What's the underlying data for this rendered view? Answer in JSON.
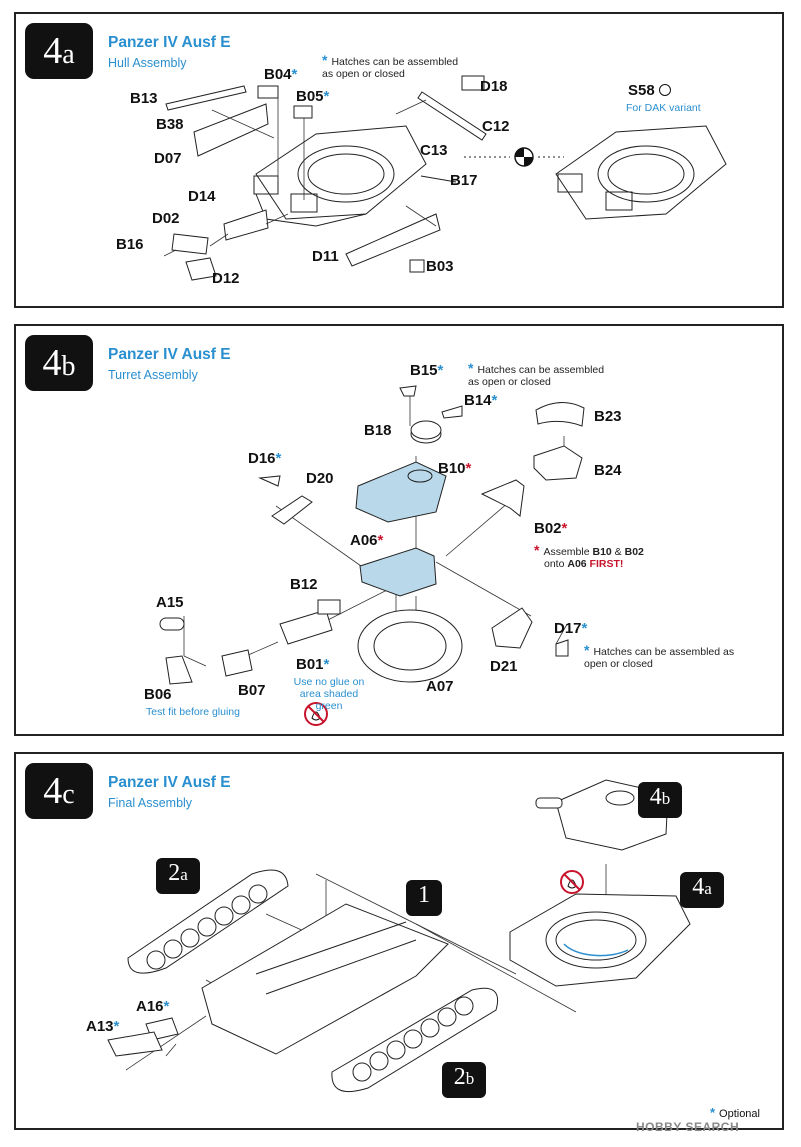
{
  "step_4a": {
    "step_number": "4",
    "step_letter": "a",
    "title": "Panzer IV Ausf E",
    "subtitle": "Hull Assembly",
    "note": "Hatches can be assembled as open or closed",
    "variant_part": "S58",
    "variant_note": "For DAK variant",
    "parts": {
      "b13": "B13",
      "b38": "B38",
      "d07": "D07",
      "b04": "B04",
      "b05": "B05",
      "d18": "D18",
      "c12": "C12",
      "c13": "C13",
      "b17": "B17",
      "d14": "D14",
      "d02": "D02",
      "b16": "B16",
      "d12": "D12",
      "d11": "D11",
      "b03": "B03"
    }
  },
  "step_4b": {
    "step_number": "4",
    "step_letter": "b",
    "title": "Panzer IV Ausf E",
    "subtitle": "Turret Assembly",
    "note_top": "Hatches can be assembled as open or closed",
    "note_right": "Hatches can be assembled as open or closed",
    "assemble_note_prefix": "Assemble",
    "assemble_note_b10": "B10",
    "assemble_note_amp": "&",
    "assemble_note_b02": "B02",
    "assemble_note_onto": "onto",
    "assemble_note_a06": "A06",
    "assemble_note_first": "FIRST!",
    "b01_note": "Use no glue on area shaded green",
    "b06_note": "Test fit before gluing",
    "parts": {
      "b15": "B15",
      "b14": "B14",
      "b18": "B18",
      "b23": "B23",
      "d16": "D16",
      "d20": "D20",
      "b10": "B10",
      "b24": "B24",
      "a06": "A06",
      "b02": "B02",
      "a15": "A15",
      "b12": "B12",
      "d17": "D17",
      "b01": "B01",
      "d21": "D21",
      "b06": "B06",
      "b07": "B07",
      "a07": "A07"
    }
  },
  "step_4c": {
    "step_number": "4",
    "step_letter": "c",
    "title": "Panzer IV Ausf E",
    "subtitle": "Final Assembly",
    "ref_4b_num": "4",
    "ref_4b_letter": "b",
    "ref_4a_num": "4",
    "ref_4a_letter": "a",
    "ref_2a_num": "2",
    "ref_2a_letter": "a",
    "ref_2b_num": "2",
    "ref_2b_letter": "b",
    "ref_1": "1",
    "parts": {
      "a16": "A16",
      "a13": "A13"
    },
    "optional_label": "Optional"
  },
  "watermark": "HOBBY SEARCH",
  "colors": {
    "accent_blue": "#2a8fcf",
    "required_red": "#c8142c",
    "part_shade": "#b9d9ea",
    "badge_black": "#111111"
  }
}
